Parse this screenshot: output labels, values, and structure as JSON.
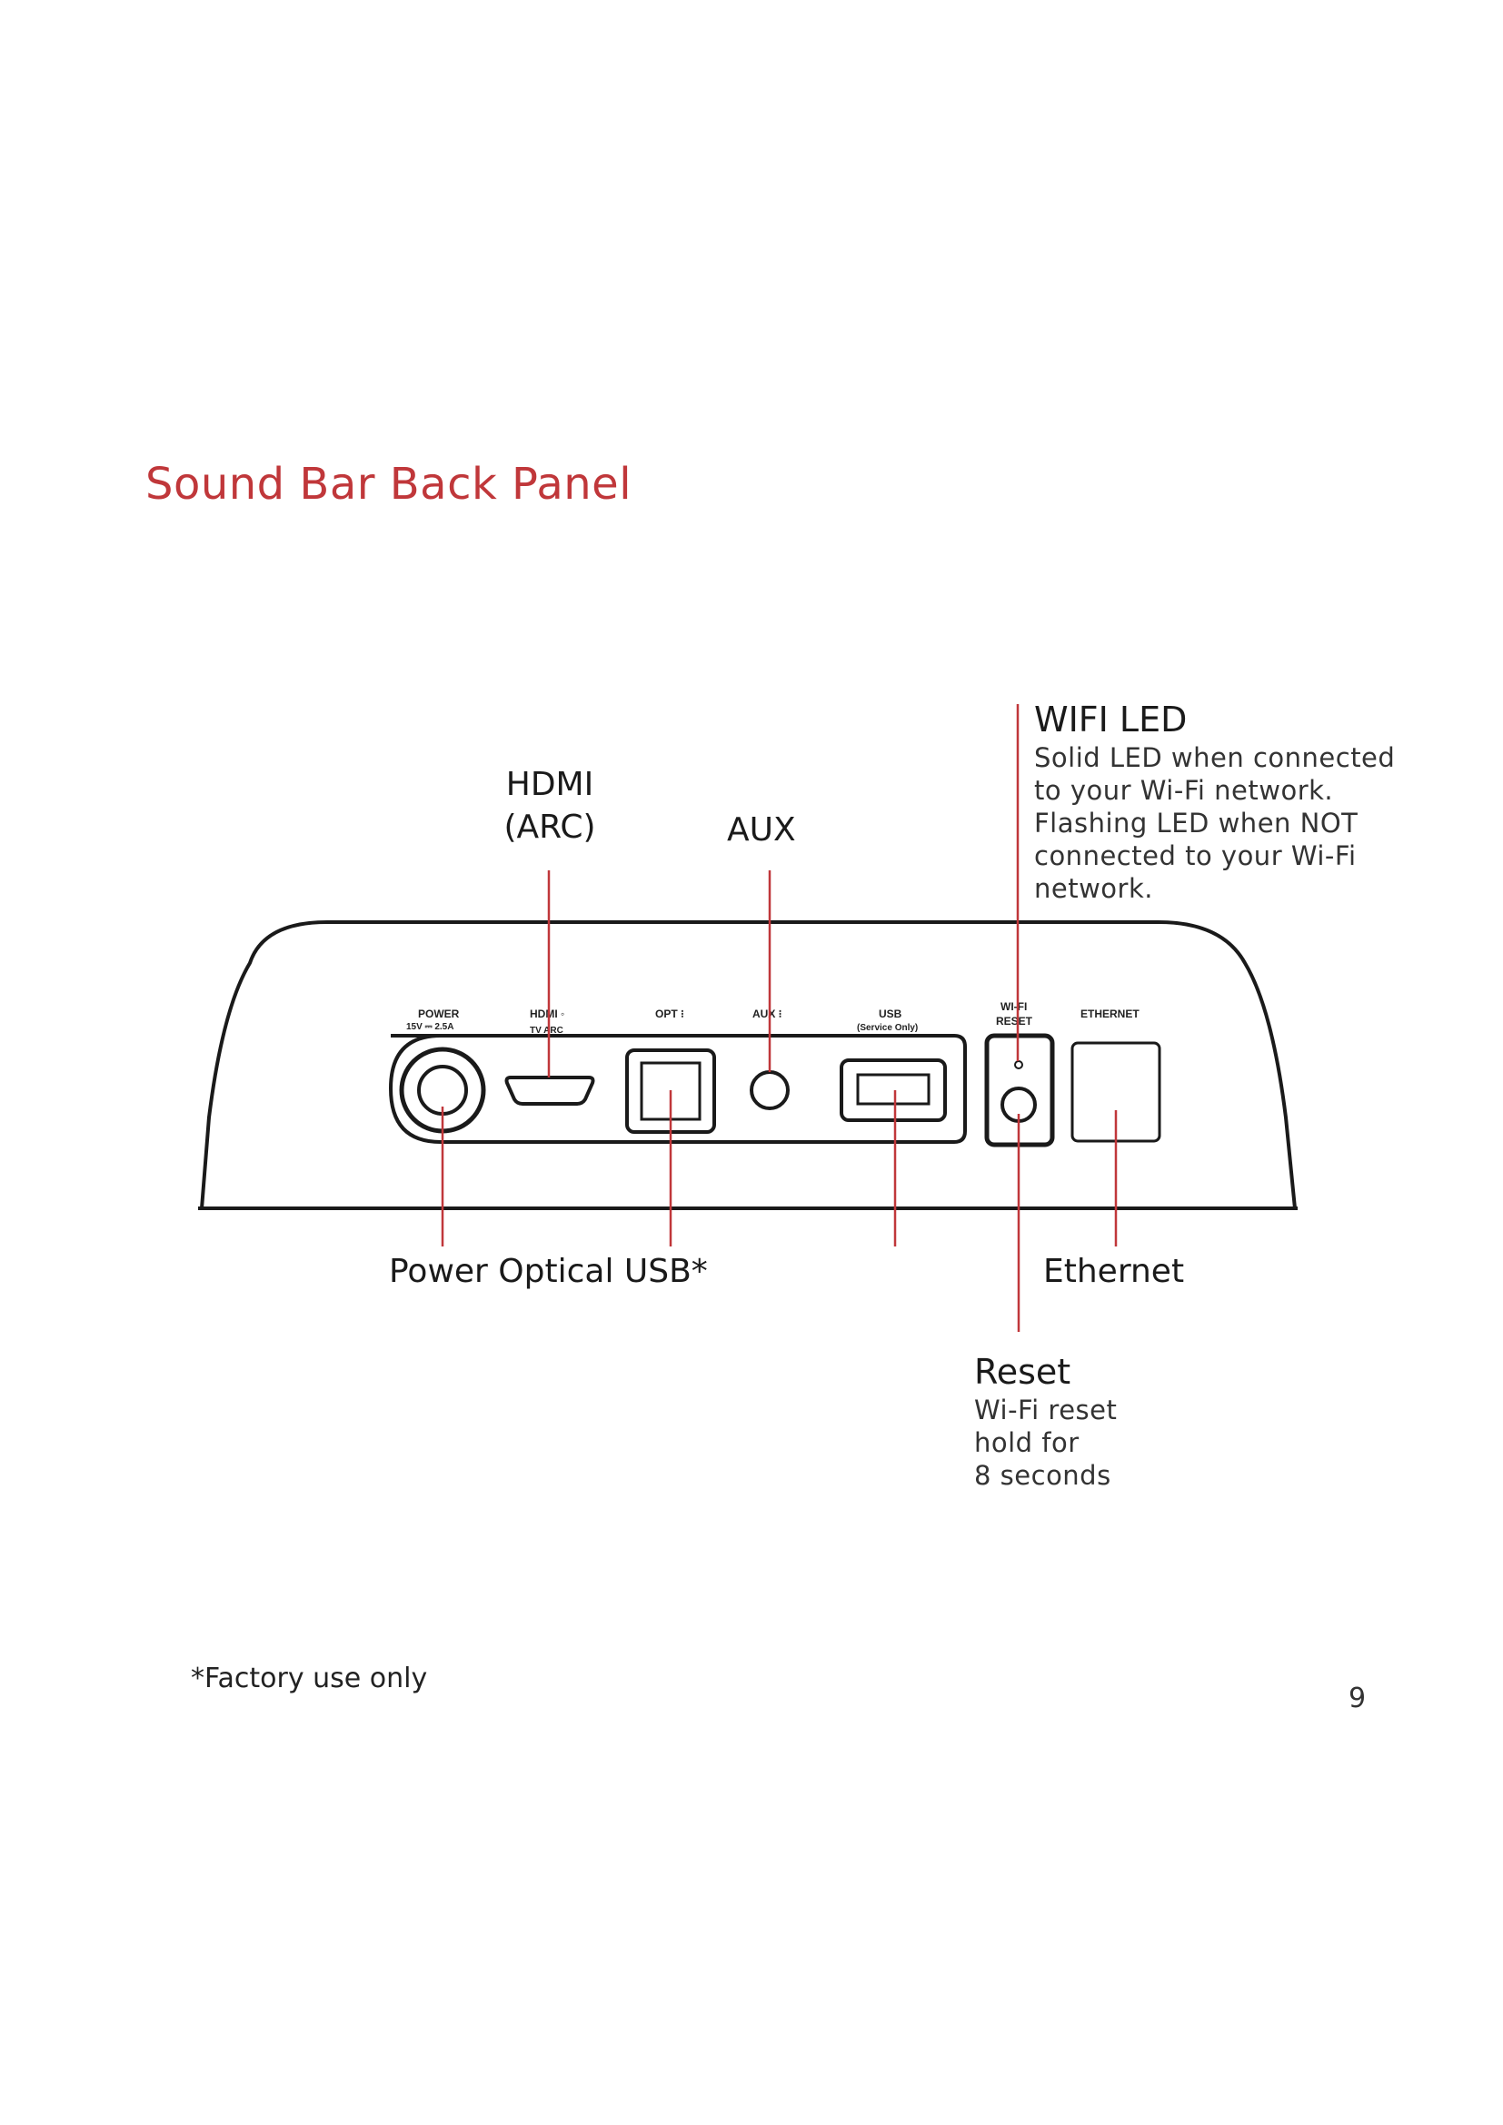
{
  "page": {
    "title": "Sound Bar Back Panel",
    "footnote": "*Factory use only",
    "page_number": "9"
  },
  "callouts": {
    "hdmi_line1": "HDMI",
    "hdmi_line2": "(ARC)",
    "aux": "AUX",
    "wifi_led_title": "WIFI LED",
    "wifi_led_desc": [
      "Solid LED when connected",
      "to your Wi-Fi network.",
      "Flashing LED when NOT",
      "connected to your Wi-Fi",
      "network."
    ],
    "bottom_left": "Power Optical USB*",
    "ethernet": "Ethernet",
    "reset_title": "Reset",
    "reset_desc": [
      "Wi-Fi reset",
      "hold for",
      "8 seconds"
    ]
  },
  "panel_labels": {
    "power": "POWER",
    "power_rating": "15V ⎓ 2.5A",
    "hdmi": "HDMI ◦",
    "hdmi_sub": "TV ARC",
    "opt": "OPT ⁝",
    "aux": "AUX ⁝",
    "usb": "USB",
    "usb_sub": "(Service Only)",
    "wifi": "WI-FI",
    "reset": "RESET",
    "ethernet": "ETHERNET"
  },
  "colors": {
    "accent": "#c0373a",
    "leader_line": "#c0373a",
    "panel_outline": "#1a1a1a"
  }
}
